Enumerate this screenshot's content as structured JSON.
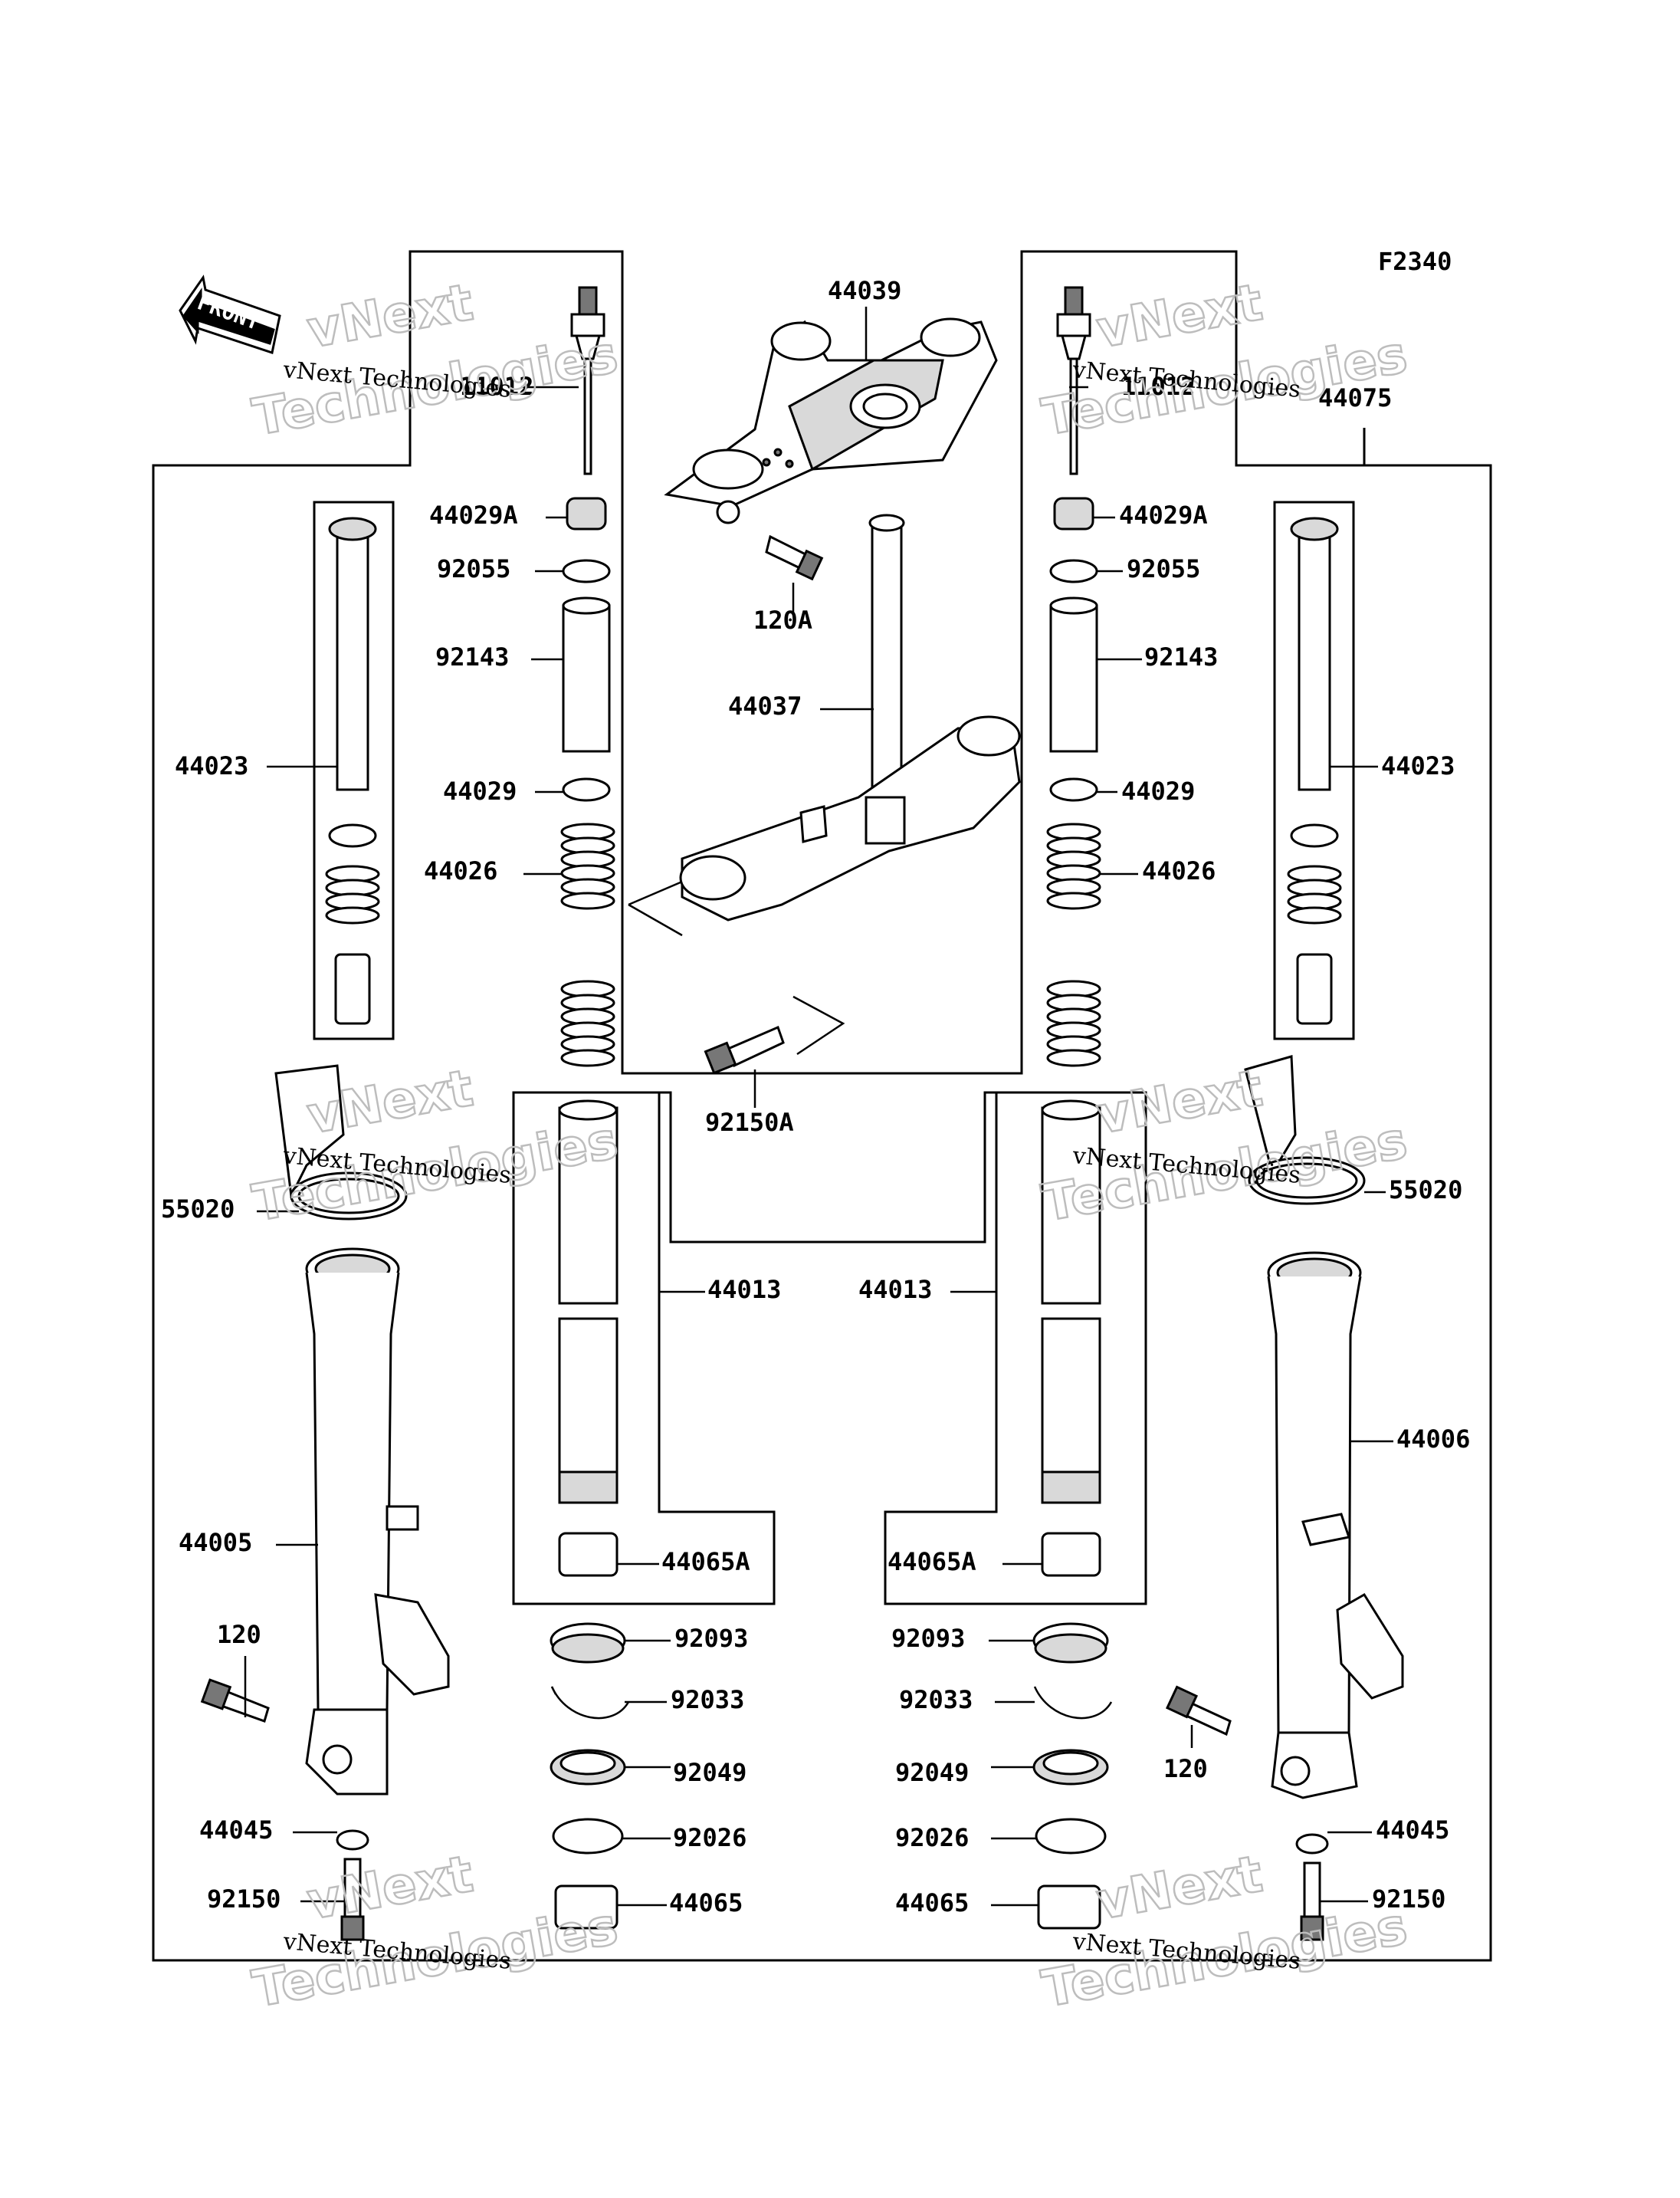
{
  "figure_code": "F2340",
  "front_label": "FRONT",
  "watermark": {
    "line1": "vNext Technologies",
    "line2": "vNext",
    "line3": "Technologies"
  },
  "parts": {
    "top_bracket": "44039",
    "stem_bracket": "44037",
    "bolt_top": "120A",
    "bolt_lower": "92150A",
    "cap_bolt_left": "11012",
    "cap_bolt_right": "11012",
    "outer_tube_right": "44075",
    "spacer_a_left": "44029A",
    "spacer_a_right": "44029A",
    "oring_left": "92055",
    "oring_right": "92055",
    "collar_left": "92143",
    "collar_right": "92143",
    "cylinder_left": "44023",
    "cylinder_right": "44023",
    "washer_left": "44029",
    "washer_right": "44029",
    "spring_left": "44026",
    "spring_right": "44026",
    "cover_left": "55020",
    "cover_right": "55020",
    "inner_tube_left": "44013",
    "inner_tube_right": "44013",
    "outer_tube_left_lbl": "44005",
    "outer_tube_right_lbl": "44006",
    "bushing_a_left": "44065A",
    "bushing_a_right": "44065A",
    "dust_seal_left": "92093",
    "dust_seal_right": "92093",
    "clip_left": "92033",
    "clip_right": "92033",
    "oil_seal_left": "92049",
    "oil_seal_right": "92049",
    "washer2_left": "92026",
    "washer2_right": "92026",
    "bushing_left": "44065",
    "bushing_right": "44065",
    "axle_bolt_left": "120",
    "axle_bolt_right": "120",
    "gasket_left": "44045",
    "gasket_right": "44045",
    "bottom_bolt_left": "92150",
    "bottom_bolt_right": "92150"
  }
}
